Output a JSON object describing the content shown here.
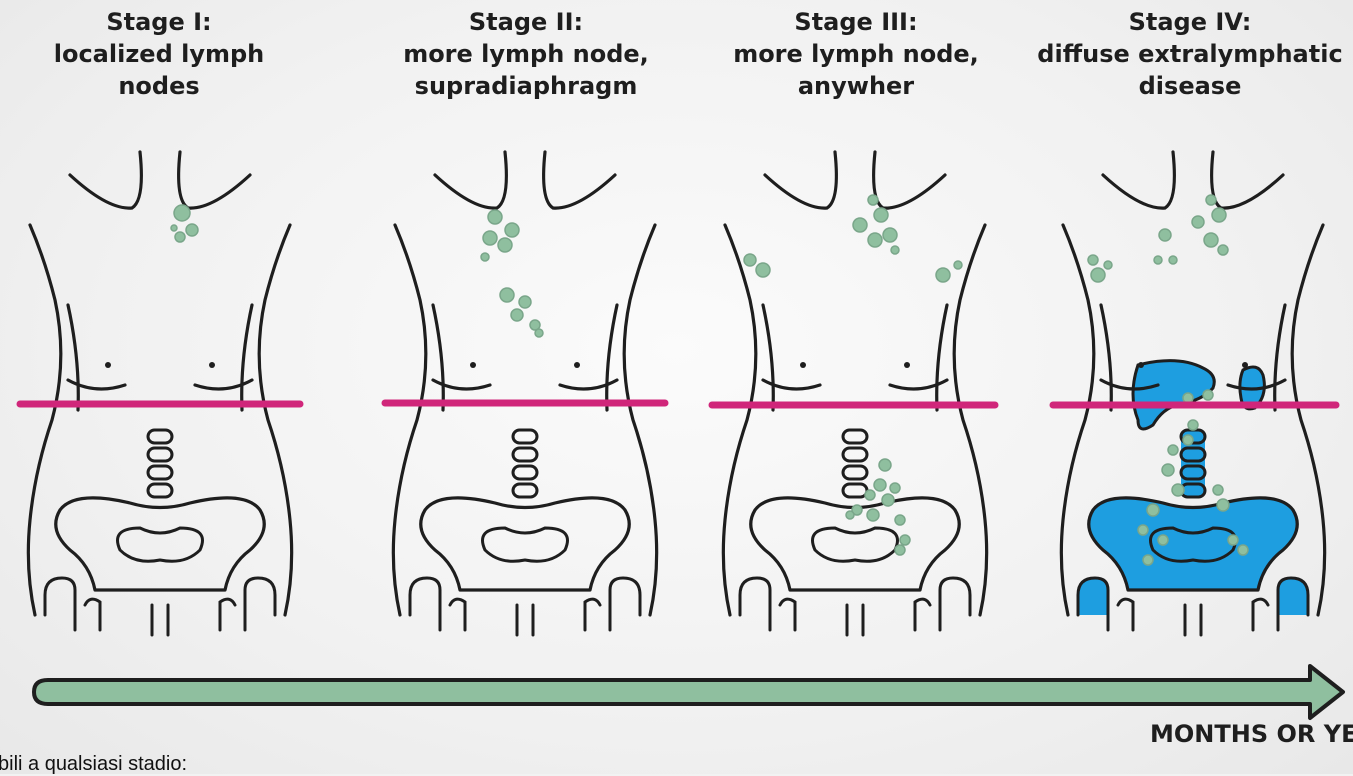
{
  "stages": [
    {
      "title": "Stage I:\nlocalized lymph\nnodes"
    },
    {
      "title": "Stage II:\nmore lymph node,\nsupradiaphragm"
    },
    {
      "title": "Stage III:\nmore lymph node,\nanywher"
    },
    {
      "title": "Stage IV:\ndiffuse extralymphatic\ndisease"
    }
  ],
  "timeline_label": "MONTHS OR YEARS",
  "footer_note": "bili a qualsiasi stadio:",
  "colors": {
    "outline": "#1e1e1e",
    "diaphragm_line": "#d0267a",
    "lymph_node": "#8fbf9f",
    "organ_involvement": "#1e9ee0",
    "arrow_fill": "#8fbf9f"
  },
  "icons": [
    "torso-outline",
    "lymph-node-cluster",
    "diaphragm-line",
    "liver-organ",
    "spleen-organ",
    "pelvis-bone",
    "timeline-arrow"
  ]
}
